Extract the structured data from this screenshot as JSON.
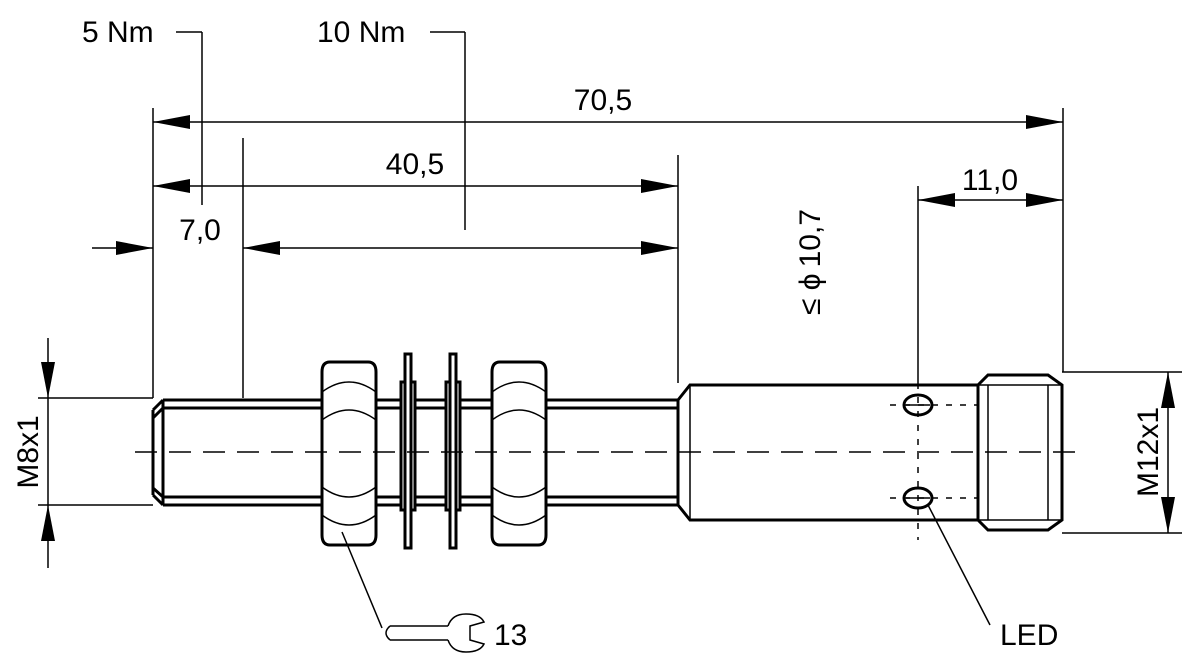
{
  "labels": {
    "torque_thread": "5 Nm",
    "torque_housing": "10 Nm",
    "length_total": "70,5",
    "length_thread": "40,5",
    "length_tip": "7,0",
    "length_connector": "11,0",
    "diameter_prefix": "≤ ϕ",
    "diameter_value": "10,7",
    "thread_m8": "M8x1",
    "thread_m12": "M12x1",
    "wrench_size": "13",
    "led": "LED"
  },
  "colors": {
    "line": "#000000",
    "background": "#ffffff"
  },
  "icons": {
    "wrench": "wrench-icon"
  }
}
